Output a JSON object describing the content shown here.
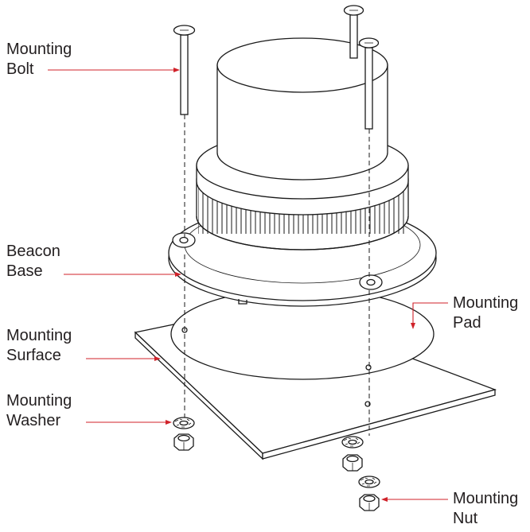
{
  "labels": {
    "mounting_bolt": [
      "Mounting",
      "Bolt"
    ],
    "beacon_base": [
      "Beacon",
      "Base"
    ],
    "mounting_surface": [
      "Mounting",
      "Surface"
    ],
    "mounting_washer": [
      "Mounting",
      "Washer"
    ],
    "mounting_pad": [
      "Mounting",
      "Pad"
    ],
    "mounting_nut": [
      "Mounting",
      "Nut"
    ]
  },
  "colors": {
    "leader_line": "#d0222a",
    "line_art": "#1a1a1a",
    "text": "#231f20"
  }
}
